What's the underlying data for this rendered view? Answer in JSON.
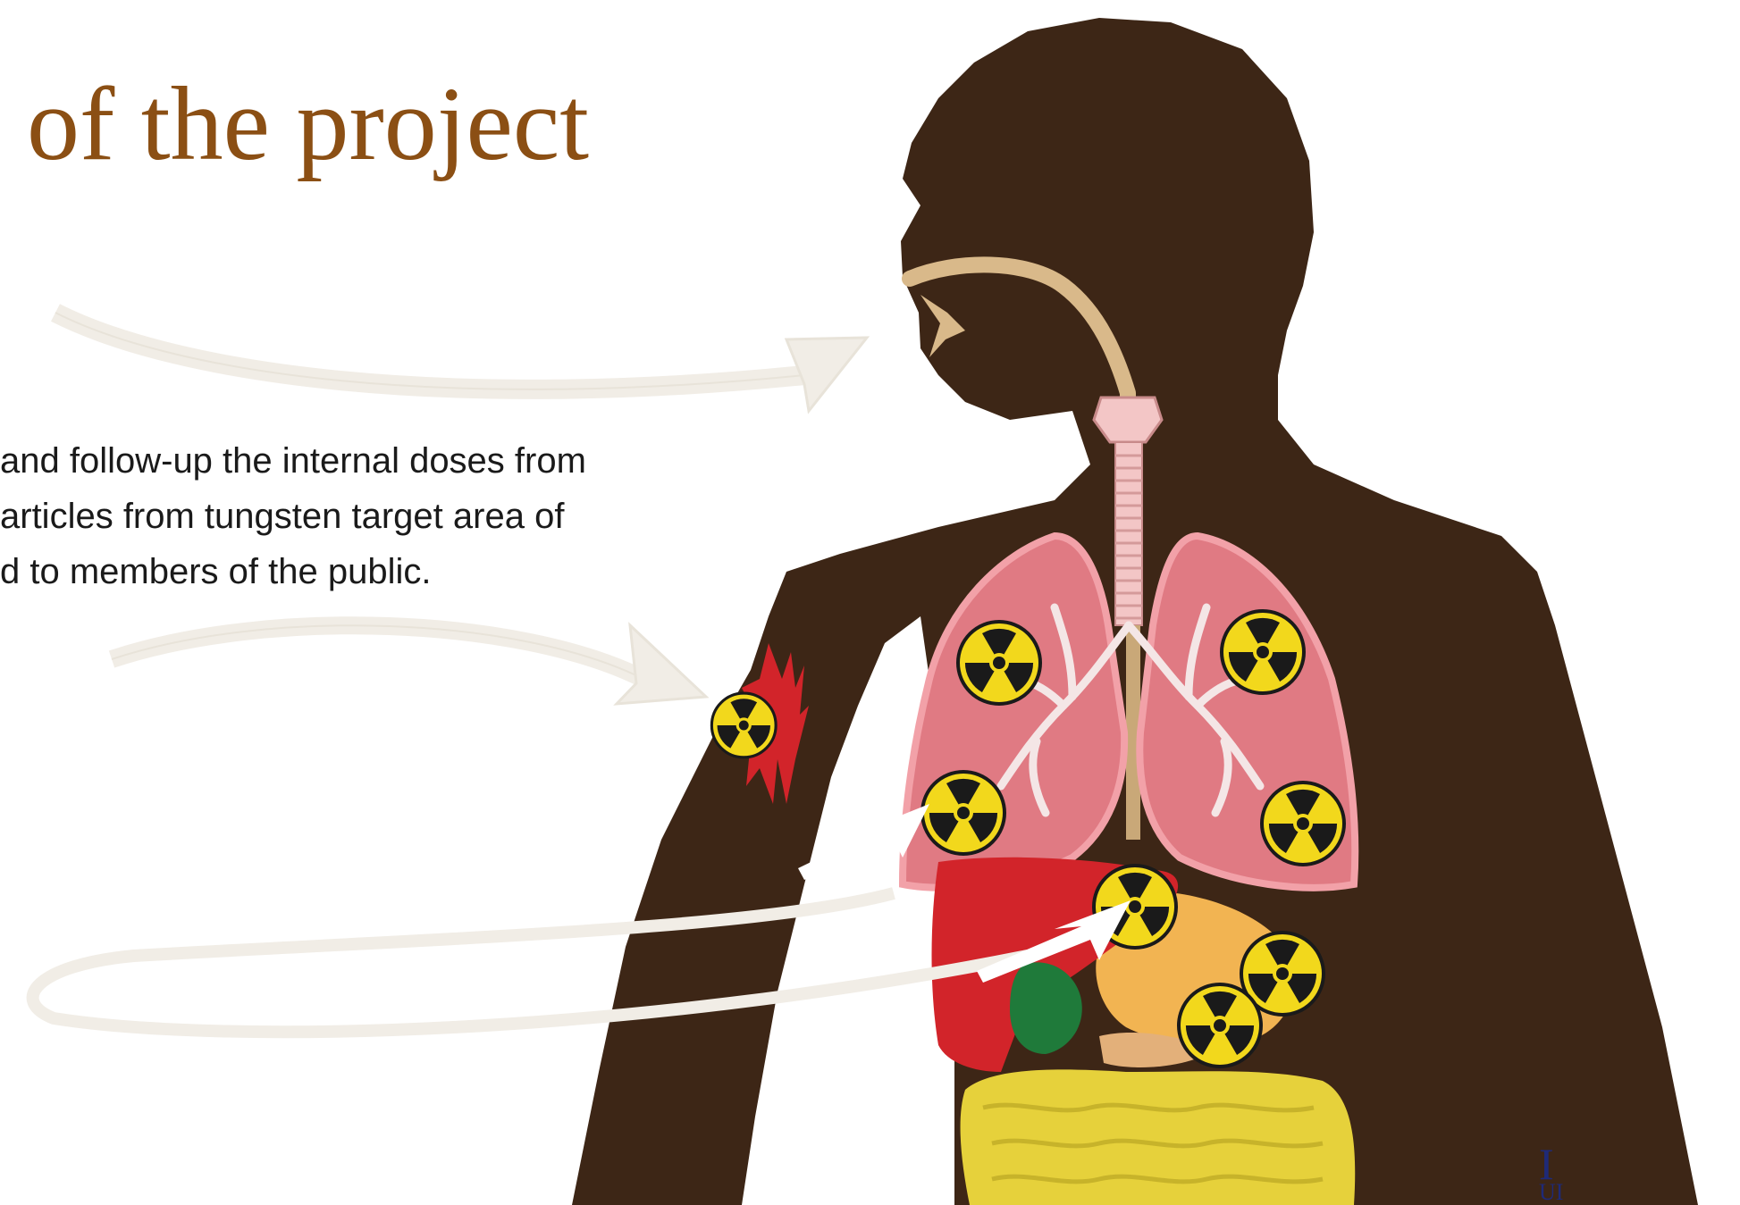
{
  "slide": {
    "title": "of the project",
    "body_lines": [
      "and follow-up the internal doses from",
      "articles from tungsten target area of",
      "d to members of the public."
    ],
    "logo": {
      "mark": "I",
      "sub": "UI"
    }
  },
  "colors": {
    "title": "#8b4f14",
    "silhouette": "#3d2616",
    "lung": "#e07a83",
    "lung_edge": "#f2a1a8",
    "airway": "#d9b98a",
    "trachea": "#f3c6c6",
    "liver": "#d2242a",
    "stomach": "#f2b452",
    "gallbladder": "#1f7a3a",
    "intestine": "#e6d13b",
    "hazard_yellow": "#f2d81c",
    "hazard_black": "#1a1a1a",
    "arrow_light": "#f1ede6",
    "logo": "#1f2a78"
  },
  "icons": [
    "radiation-hazard-icon",
    "wound-icon",
    "arrow-icon"
  ]
}
